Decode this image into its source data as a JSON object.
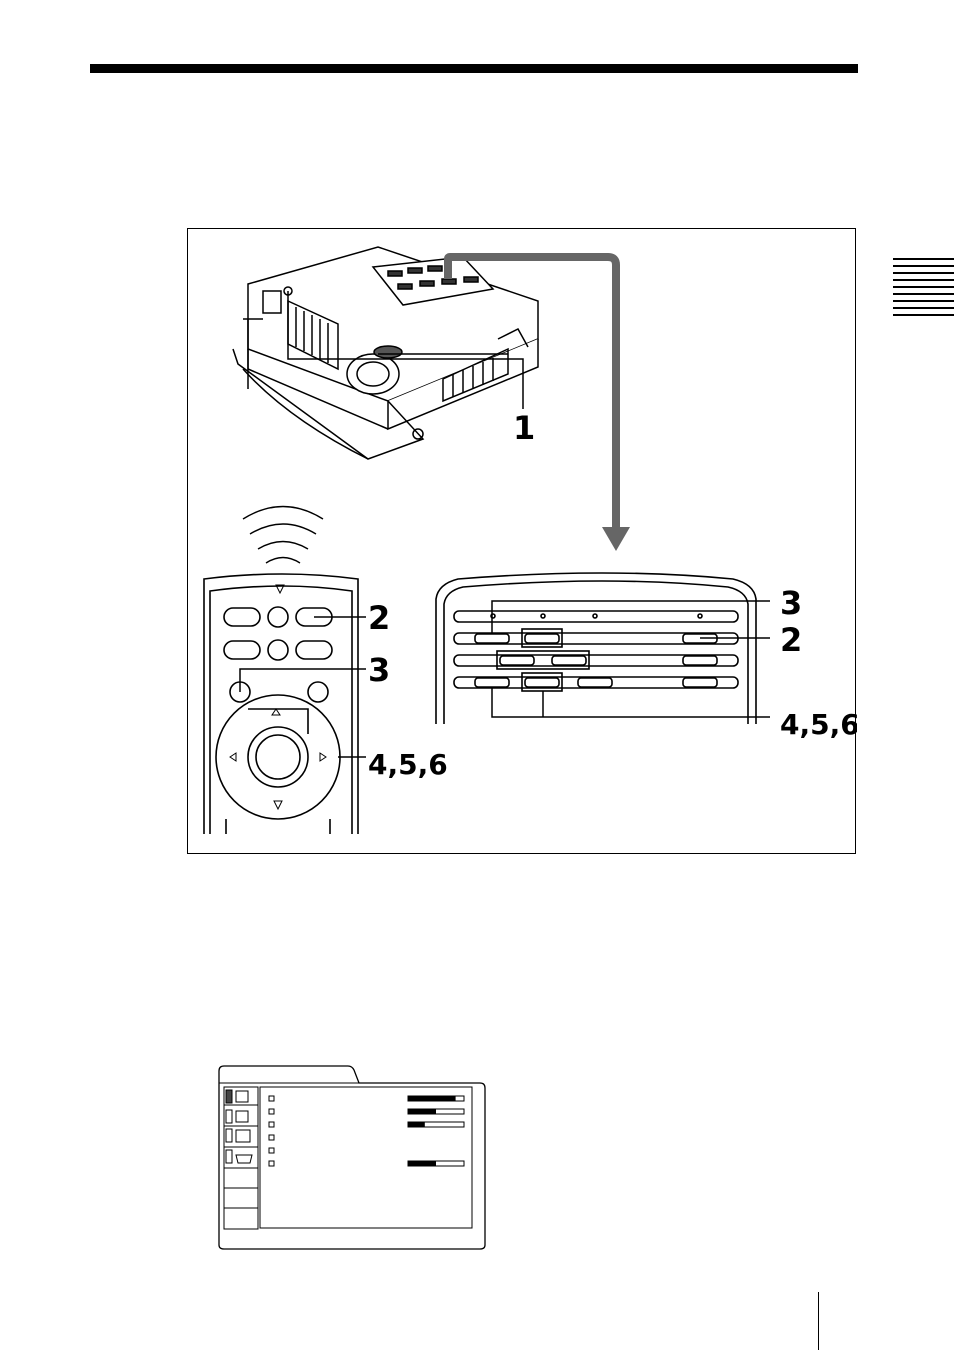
{
  "figure": {
    "callouts": {
      "step_1": "1",
      "step_2_remote": "2",
      "step_3_remote": "3",
      "step_456_remote": "4,5,6",
      "step_2_panel": "2",
      "step_3_panel": "3",
      "step_456_panel": "4,5,6"
    }
  },
  "menu_screen": {
    "setting_bar_levels": [
      0.85,
      0.5,
      0.3,
      0.5
    ],
    "icon_names": [
      "picture-icon",
      "input-icon",
      "setting-icon",
      "installation-icon"
    ]
  }
}
